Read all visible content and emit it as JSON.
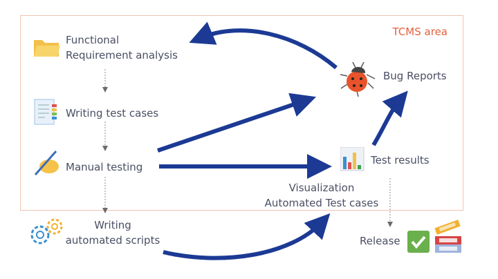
{
  "area": {
    "label": "TCMS area",
    "color": "#e4603d"
  },
  "nodes": {
    "requirement": {
      "line1": "Functional",
      "line2": "Requirement analysis",
      "icon": "folder-icon"
    },
    "test_cases": {
      "label": "Writing test cases",
      "icon": "document-icon"
    },
    "manual": {
      "label": "Manual testing",
      "icon": "hand-writing-icon"
    },
    "automated": {
      "line1": "Writing",
      "line2": "automated scripts",
      "icon": "gears-icon"
    },
    "bug": {
      "label": "Bug Reports",
      "icon": "ladybug-icon"
    },
    "results": {
      "label": "Test results",
      "icon": "bar-chart-icon"
    },
    "visualization": {
      "line1": "Visualization",
      "line2": "Automated Test cases"
    },
    "release": {
      "label": "Release",
      "icon": "checkmark-icon"
    }
  },
  "colors": {
    "arrow": "#1c3a94",
    "text": "#4a4e63",
    "border": "#f1c3b3"
  }
}
